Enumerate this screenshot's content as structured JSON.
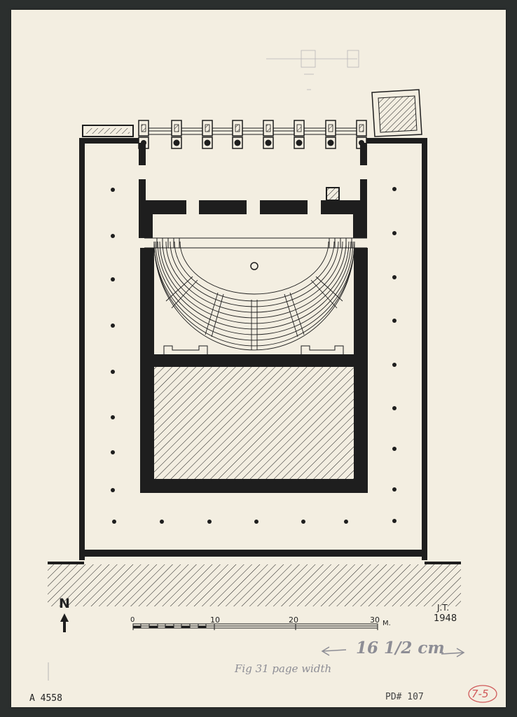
{
  "drawing": {
    "north_label": "N",
    "scale_ticks": [
      "0",
      "10",
      "20",
      "30"
    ],
    "scale_unit": "M.",
    "initials": "J.T.",
    "year": "1948"
  },
  "annotations": {
    "width_note": "16 1/2 cm",
    "fig_note": "Fig 31 page width",
    "archive_number": "A 4558",
    "pd_number": "PD# 107",
    "circled_label": "7-5"
  },
  "colors": {
    "paper": "#f3eee1",
    "ink": "#1e1e1e",
    "border": "#2b2f2e",
    "pencil": "#8d8d95",
    "red_pencil": "#d05a5a"
  }
}
